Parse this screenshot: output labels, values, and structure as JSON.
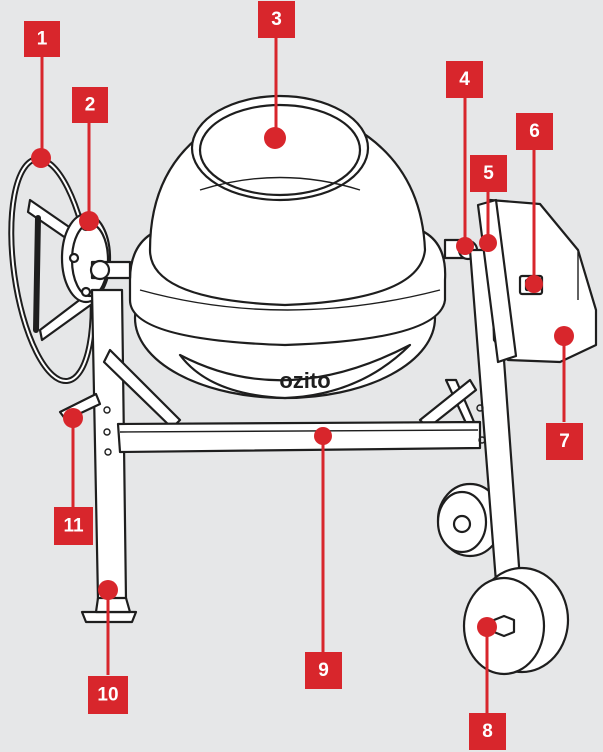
{
  "brand_logo": "ozito",
  "callouts": [
    {
      "id": "1",
      "label": "1"
    },
    {
      "id": "2",
      "label": "2"
    },
    {
      "id": "3",
      "label": "3"
    },
    {
      "id": "4",
      "label": "4"
    },
    {
      "id": "5",
      "label": "5"
    },
    {
      "id": "6",
      "label": "6"
    },
    {
      "id": "7",
      "label": "7"
    },
    {
      "id": "8",
      "label": "8"
    },
    {
      "id": "9",
      "label": "9"
    },
    {
      "id": "10",
      "label": "10"
    },
    {
      "id": "11",
      "label": "11"
    }
  ],
  "colors": {
    "background": "#e6e7e8",
    "callout": "#d8262c",
    "line": "#1e1e1e"
  }
}
